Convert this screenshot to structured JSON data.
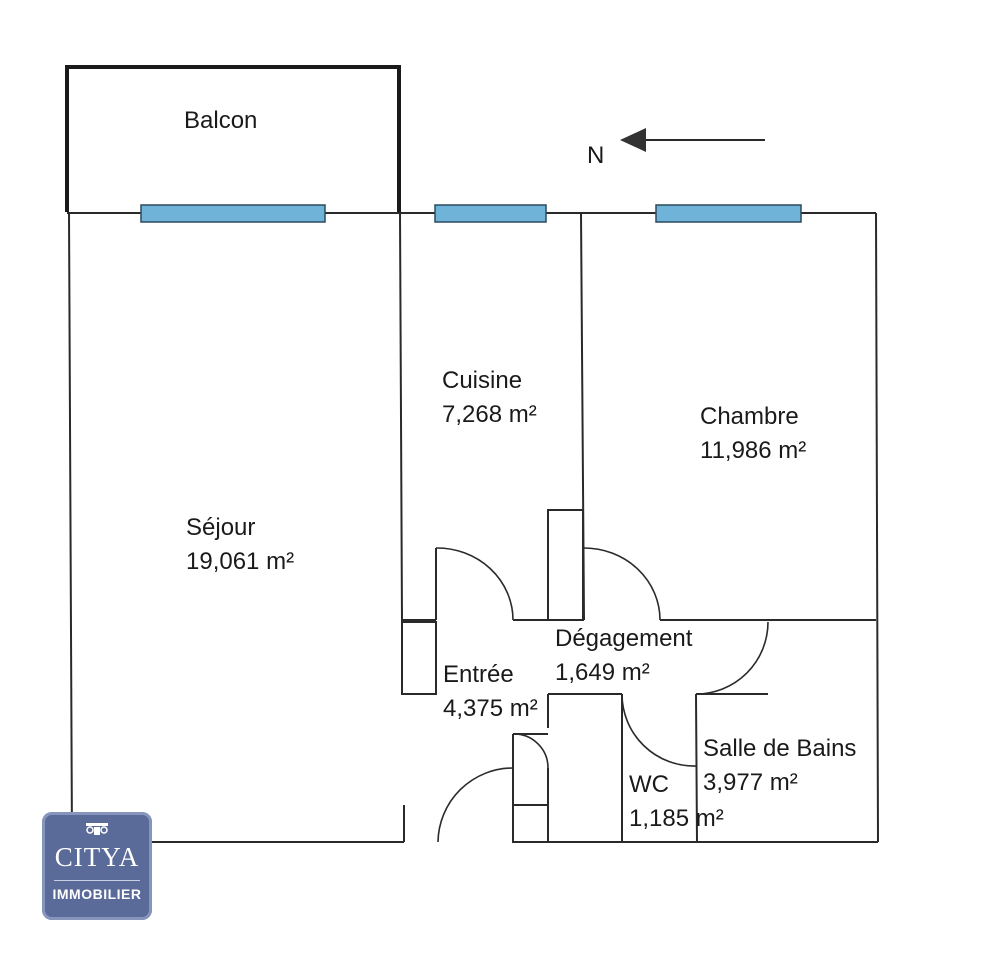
{
  "compass": {
    "north_label": "N"
  },
  "rooms": {
    "balcon": {
      "name": "Balcon",
      "area": ""
    },
    "sejour": {
      "name": "Séjour",
      "area": "19,061  m²"
    },
    "cuisine": {
      "name": "Cuisine",
      "area": "7,268  m²"
    },
    "chambre": {
      "name": "Chambre",
      "area": "11,986  m²"
    },
    "degagement": {
      "name": "Dégagement",
      "area": "1,649  m²"
    },
    "entree": {
      "name": "Entrée",
      "area": "4,375  m²"
    },
    "sdb": {
      "name": "Salle de Bains",
      "area": "3,977  m²"
    },
    "wc": {
      "name": "WC",
      "area": "1,185  m²"
    }
  },
  "logo": {
    "brand": "CITYA",
    "subtitle": "IMMOBILIER"
  },
  "colors": {
    "window": "#6fb4d8",
    "wall": "#2a2a2a",
    "logo_bg": "#5a6b9a"
  }
}
